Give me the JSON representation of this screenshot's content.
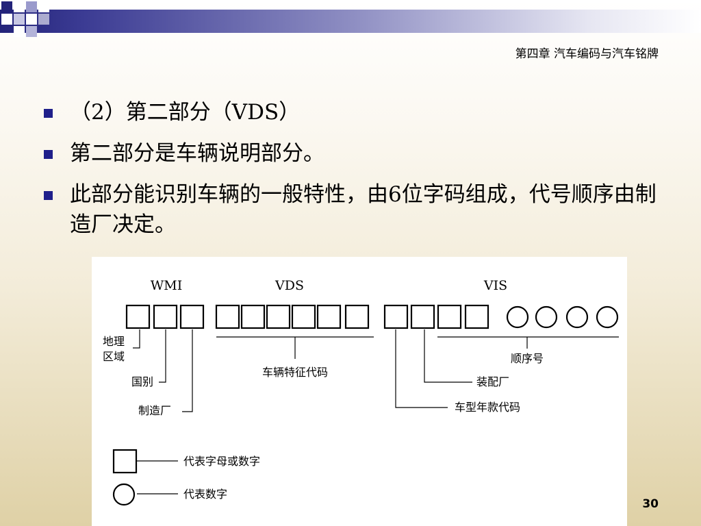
{
  "slide": {
    "chapter_title": "第四章 汽车编码与汽车铭牌",
    "bullets": [
      "（2）第二部分（VDS）",
      "第二部分是车辆说明部分。",
      "此部分能识别车辆的一般特性，由6位字码组成，代号顺序由制造厂决定。"
    ],
    "page_number": "30"
  },
  "diagram": {
    "group_labels": [
      "WMI",
      "VDS",
      "VIS"
    ],
    "labels": {
      "geo_region_line1": "地理",
      "geo_region_line2": "区域",
      "country": "国别",
      "manufacturer": "制造厂",
      "vehicle_features": "车辆特征代码",
      "sequence": "顺序号",
      "assembly_plant": "装配厂",
      "model_year": "车型年款代码"
    },
    "legend": {
      "square": "代表字母或数字",
      "circle": "代表数字"
    }
  },
  "colors": {
    "bullet_mark": "#1f1f8a",
    "top_bar": "#3b3b93"
  }
}
